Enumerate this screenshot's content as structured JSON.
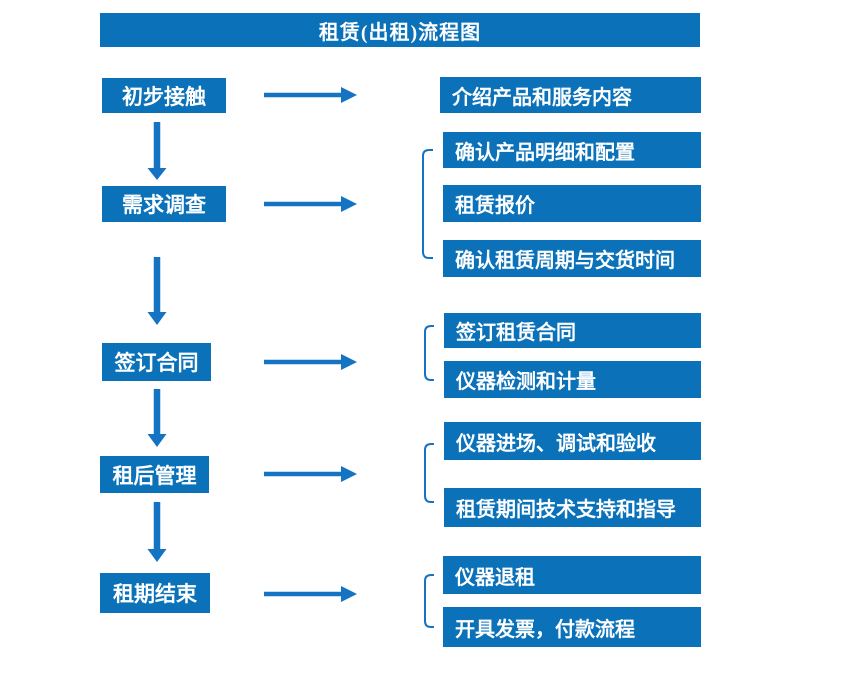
{
  "title": "租赁(出租)流程图",
  "colors": {
    "box_blue": "#0B72BA",
    "connector_blue": "#1573C4",
    "text_white": "#FFFFFF",
    "page_background": "#FFFFFF"
  },
  "flow": {
    "steps": [
      {
        "label": "初步接触",
        "details": [
          "介绍产品和服务内容"
        ]
      },
      {
        "label": "需求调查",
        "details": [
          "确认产品明细和配置",
          "租赁报价",
          "确认租赁周期与交货时间"
        ]
      },
      {
        "label": "签订合同",
        "details": [
          "签订租赁合同",
          "仪器检测和计量"
        ]
      },
      {
        "label": "租后管理",
        "details": [
          "仪器进场、调试和验收",
          "租赁期间技术支持和指导"
        ]
      },
      {
        "label": "租期结束",
        "details": [
          "仪器退租",
          "开具发票，付款流程"
        ]
      }
    ]
  }
}
